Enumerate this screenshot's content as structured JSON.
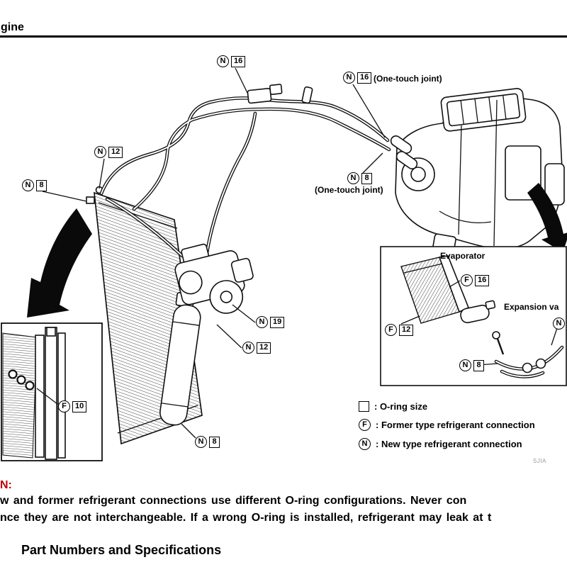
{
  "header": {
    "title_fragment": "gine"
  },
  "callouts": [
    {
      "letter": "N",
      "num": "16"
    },
    {
      "letter": "N",
      "num": "16",
      "note": "(One-touch joint)"
    },
    {
      "letter": "N",
      "num": "12"
    },
    {
      "letter": "N",
      "num": "8"
    },
    {
      "letter": "N",
      "num": "8",
      "note": "(One-touch joint)"
    },
    {
      "letter": "N",
      "num": "19"
    },
    {
      "letter": "N",
      "num": "12"
    },
    {
      "letter": "N",
      "num": "8"
    },
    {
      "letter": "F",
      "num": "10"
    },
    {
      "letter": "F",
      "num": "16"
    },
    {
      "letter": "F",
      "num": "12"
    },
    {
      "letter": "N",
      "num": "8"
    },
    {
      "letter": "N",
      "num": ""
    }
  ],
  "inset_labels": {
    "evaporator": "Evaporator",
    "expansion_valve": "Expansion va"
  },
  "legend": {
    "oring_label": ": O-ring size",
    "former_symbol": "F",
    "former_label": ": Former type refrigerant connection",
    "new_symbol": "N",
    "new_label": ": New type refrigerant connection"
  },
  "figure_code": "SJIA",
  "caution": {
    "heading_fragment": "N:",
    "line1": "w and former refrigerant connections use different O-ring configurations. Never con",
    "line2": "nce they are not interchangeable. If a wrong O-ring is installed, refrigerant may leak at t"
  },
  "section_heading": "Part Numbers and Specifications",
  "colors": {
    "caution_red": "#c00000"
  }
}
